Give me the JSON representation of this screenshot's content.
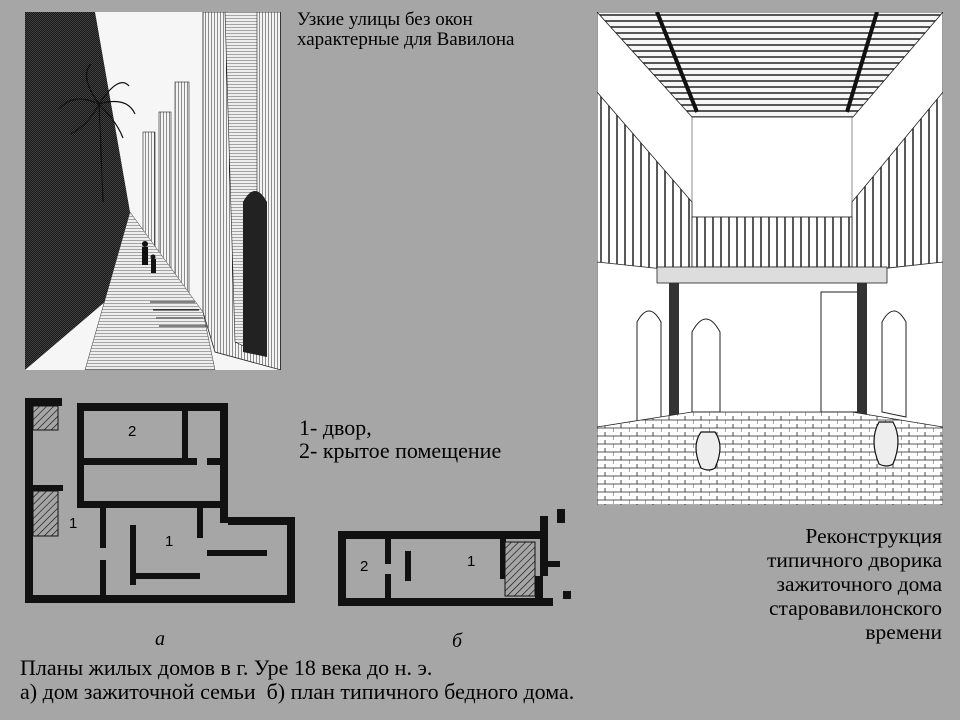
{
  "slide": {
    "street_caption": [
      "Узкие улицы без окон",
      "характерные для Вавилона"
    ],
    "legend": [
      "1- двор,",
      "2- крытое помещение"
    ],
    "courtyard_caption": [
      "Реконструкция",
      "типичного дворика",
      "зажиточного дома",
      "старовавилонского",
      "времени"
    ],
    "plans_caption": [
      "Планы жилых домов в г. Уре 18 века до н. э.",
      "а) дом зажиточной семьи  б) план типичного бедного дома."
    ],
    "plan_a": {
      "letter": "а",
      "room_1": "1",
      "room_1b": "1",
      "room_2": "2"
    },
    "plan_b": {
      "letter": "б",
      "room_1": "1",
      "room_2": "2"
    }
  },
  "colors": {
    "background": "#a6a6a6",
    "ink": "#000000",
    "paper": "#ffffff"
  }
}
